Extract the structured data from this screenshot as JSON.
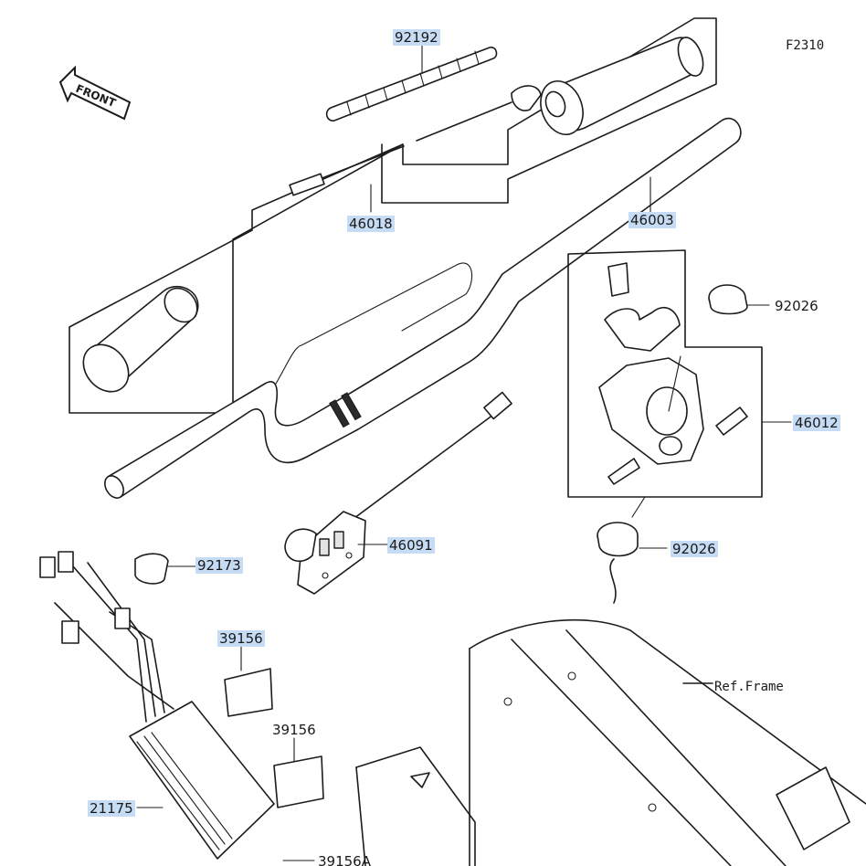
{
  "figure_code": "F2310",
  "front_arrow": {
    "text": "FRONT",
    "icon": "front-arrow-icon"
  },
  "reference_label": "Ref.Frame",
  "highlight_color": "#c6dcf5",
  "line_color": "#1c1c1c",
  "callouts": [
    {
      "id": "c-92192",
      "part_number": "92192",
      "highlighted": true
    },
    {
      "id": "c-46018",
      "part_number": "46018",
      "highlighted": true
    },
    {
      "id": "c-46003",
      "part_number": "46003",
      "highlighted": true
    },
    {
      "id": "c-92026-top",
      "part_number": "92026",
      "highlighted": false
    },
    {
      "id": "c-46012",
      "part_number": "46012",
      "highlighted": true
    },
    {
      "id": "c-92026-bottom",
      "part_number": "92026",
      "highlighted": true
    },
    {
      "id": "c-46091",
      "part_number": "46091",
      "highlighted": true
    },
    {
      "id": "c-92173",
      "part_number": "92173",
      "highlighted": true
    },
    {
      "id": "c-39156-top",
      "part_number": "39156",
      "highlighted": true
    },
    {
      "id": "c-39156-mid",
      "part_number": "39156",
      "highlighted": false
    },
    {
      "id": "c-21175",
      "part_number": "21175",
      "highlighted": true
    },
    {
      "id": "c-39156A",
      "part_number": "39156A",
      "highlighted": false
    }
  ]
}
